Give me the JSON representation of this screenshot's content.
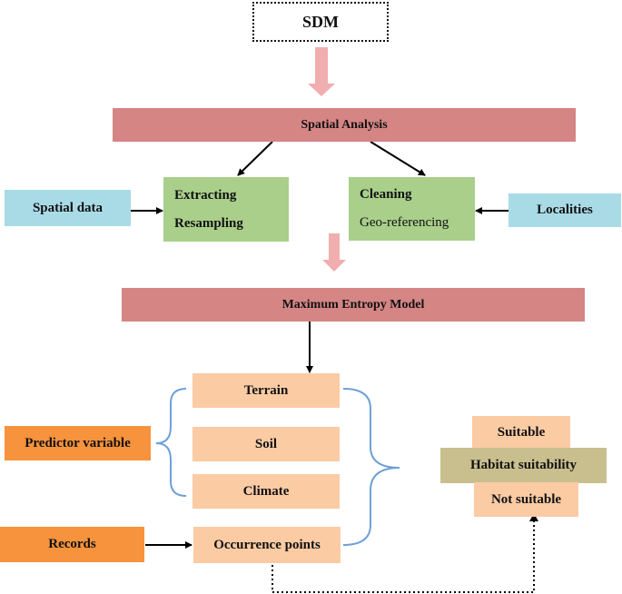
{
  "diagram": {
    "sdm": "SDM",
    "spatial_analysis": "Spatial Analysis",
    "spatial_data": "Spatial data",
    "extracting": "Extracting",
    "resampling": "Resampling",
    "cleaning": "Cleaning",
    "geo_referencing": "Geo-referencing",
    "localities": "Localities",
    "maxent": "Maximum Entropy Model",
    "terrain": "Terrain",
    "soil": "Soil",
    "climate": "Climate",
    "predictor_variable": "Predictor variable",
    "records": "Records",
    "occurrence_points": "Occurrence points",
    "suitable": "Suitable",
    "habitat_suitability": "Habitat suitability",
    "not_suitable": "Not suitable"
  },
  "colors": {
    "analysis_bar": "#d48584",
    "process_box": "#a9cf8b",
    "input_box": "#a9dbe7",
    "variable_box": "#fbcba4",
    "source_box": "#f7923d",
    "result_box": "#c9bf8e",
    "brace": "#6fa0d8",
    "flow_arrow": "#f0aeae"
  }
}
